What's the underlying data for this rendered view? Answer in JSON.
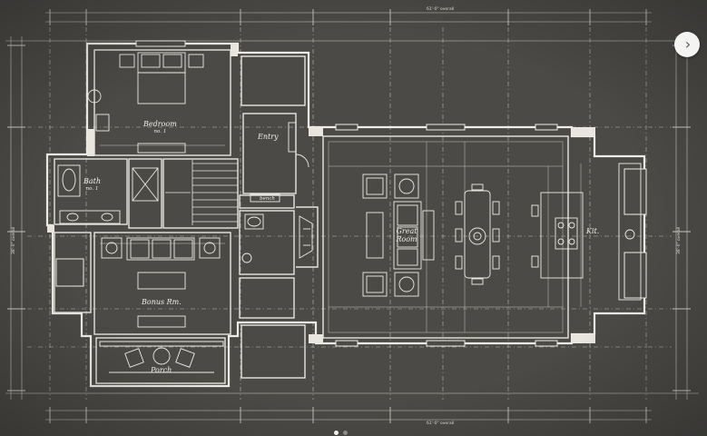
{
  "carousel": {
    "next_icon": "chevron-right-icon",
    "dot_count": 2,
    "active_dot": 0
  },
  "plan": {
    "colors": {
      "background": "#4b4a47",
      "line": "#e8e6df",
      "faint": "#bdbab2"
    },
    "rooms": [
      {
        "id": "bedroom",
        "name": "Bedroom",
        "sub": "no. 1"
      },
      {
        "id": "bath",
        "name": "Bath",
        "sub": "no. 1"
      },
      {
        "id": "entry",
        "name": "Entry",
        "sub": ""
      },
      {
        "id": "bench",
        "name": "bench",
        "sub": ""
      },
      {
        "id": "bonus",
        "name": "Bonus Rm.",
        "sub": ""
      },
      {
        "id": "porch",
        "name": "Porch",
        "sub": ""
      },
      {
        "id": "great-room",
        "name": "Great Room",
        "sub": ""
      },
      {
        "id": "kitchen",
        "name": "Kit.",
        "sub": ""
      }
    ],
    "dimensions": {
      "overall_width_top": "61'-0\" overall",
      "overall_width_bottom": "61'-0\" overall",
      "overall_depth_left": "38'-0\" overall",
      "overall_depth_right": "38'-0\" overall"
    }
  }
}
